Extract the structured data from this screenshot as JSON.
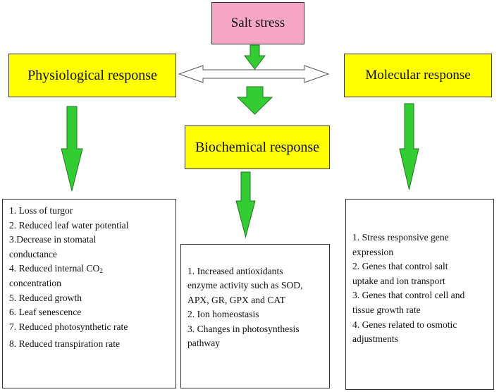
{
  "salt_stress": "Salt stress",
  "physiological": {
    "title": "Physiological response",
    "items": [
      "1. Loss of turgor",
      "2. Reduced leaf water potential",
      "3.Decrease in stomatal",
      "conductance",
      "4. Reduced internal CO",
      "2",
      "concentration",
      "5. Reduced growth",
      "6. Leaf senescence",
      "7. Reduced photosynthetic rate",
      "8. Reduced transpiration rate"
    ]
  },
  "biochemical": {
    "title": "Biochemical response",
    "items": [
      "1. Increased antioxidants",
      "enzyme activity such as SOD,",
      "APX, GR, GPX and CAT",
      "2. Ion homeostasis",
      "3. Changes in photosynthesis",
      "pathway"
    ]
  },
  "molecular": {
    "title": "Molecular response",
    "items": [
      "1. Stress responsive gene",
      "expression",
      "2. Genes that control salt",
      "uptake and ion transport",
      "3. Genes that control cell and",
      "tissue growth rate",
      "4. Genes related to osmotic",
      "adjustments"
    ]
  },
  "colors": {
    "salt_box": "#f4a6c4",
    "response_box": "#ffff00",
    "arrow_fill": "#33cc33"
  }
}
